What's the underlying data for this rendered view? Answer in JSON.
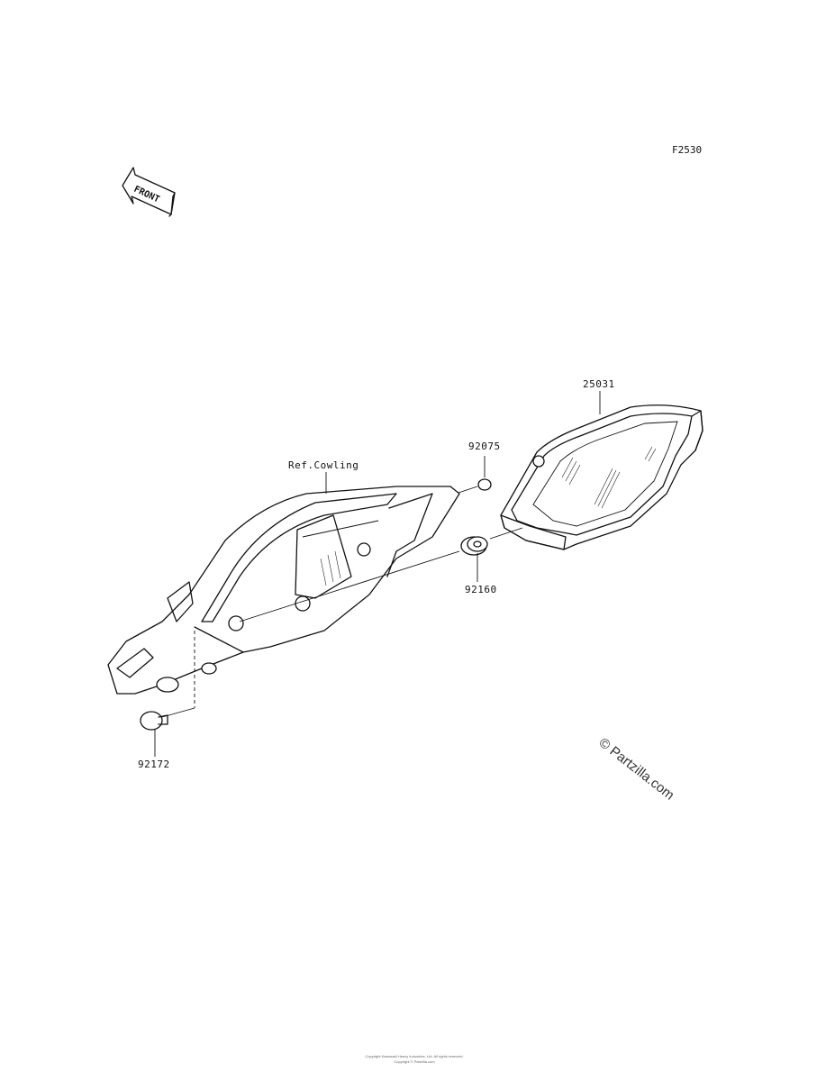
{
  "figure_code": "F2530",
  "front_arrow_text": "FRONT",
  "parts": [
    {
      "number": "25031"
    },
    {
      "number": "92075"
    },
    {
      "number": "92160"
    },
    {
      "number": "92172"
    }
  ],
  "reference_label": "Ref.Cowling",
  "watermark": "© Partzilla.com",
  "copyright_line1": "Copyright Kawasaki Heavy Industries, Ltd. All rights reserved.",
  "copyright_line2": "Copyright © Partzilla.com"
}
